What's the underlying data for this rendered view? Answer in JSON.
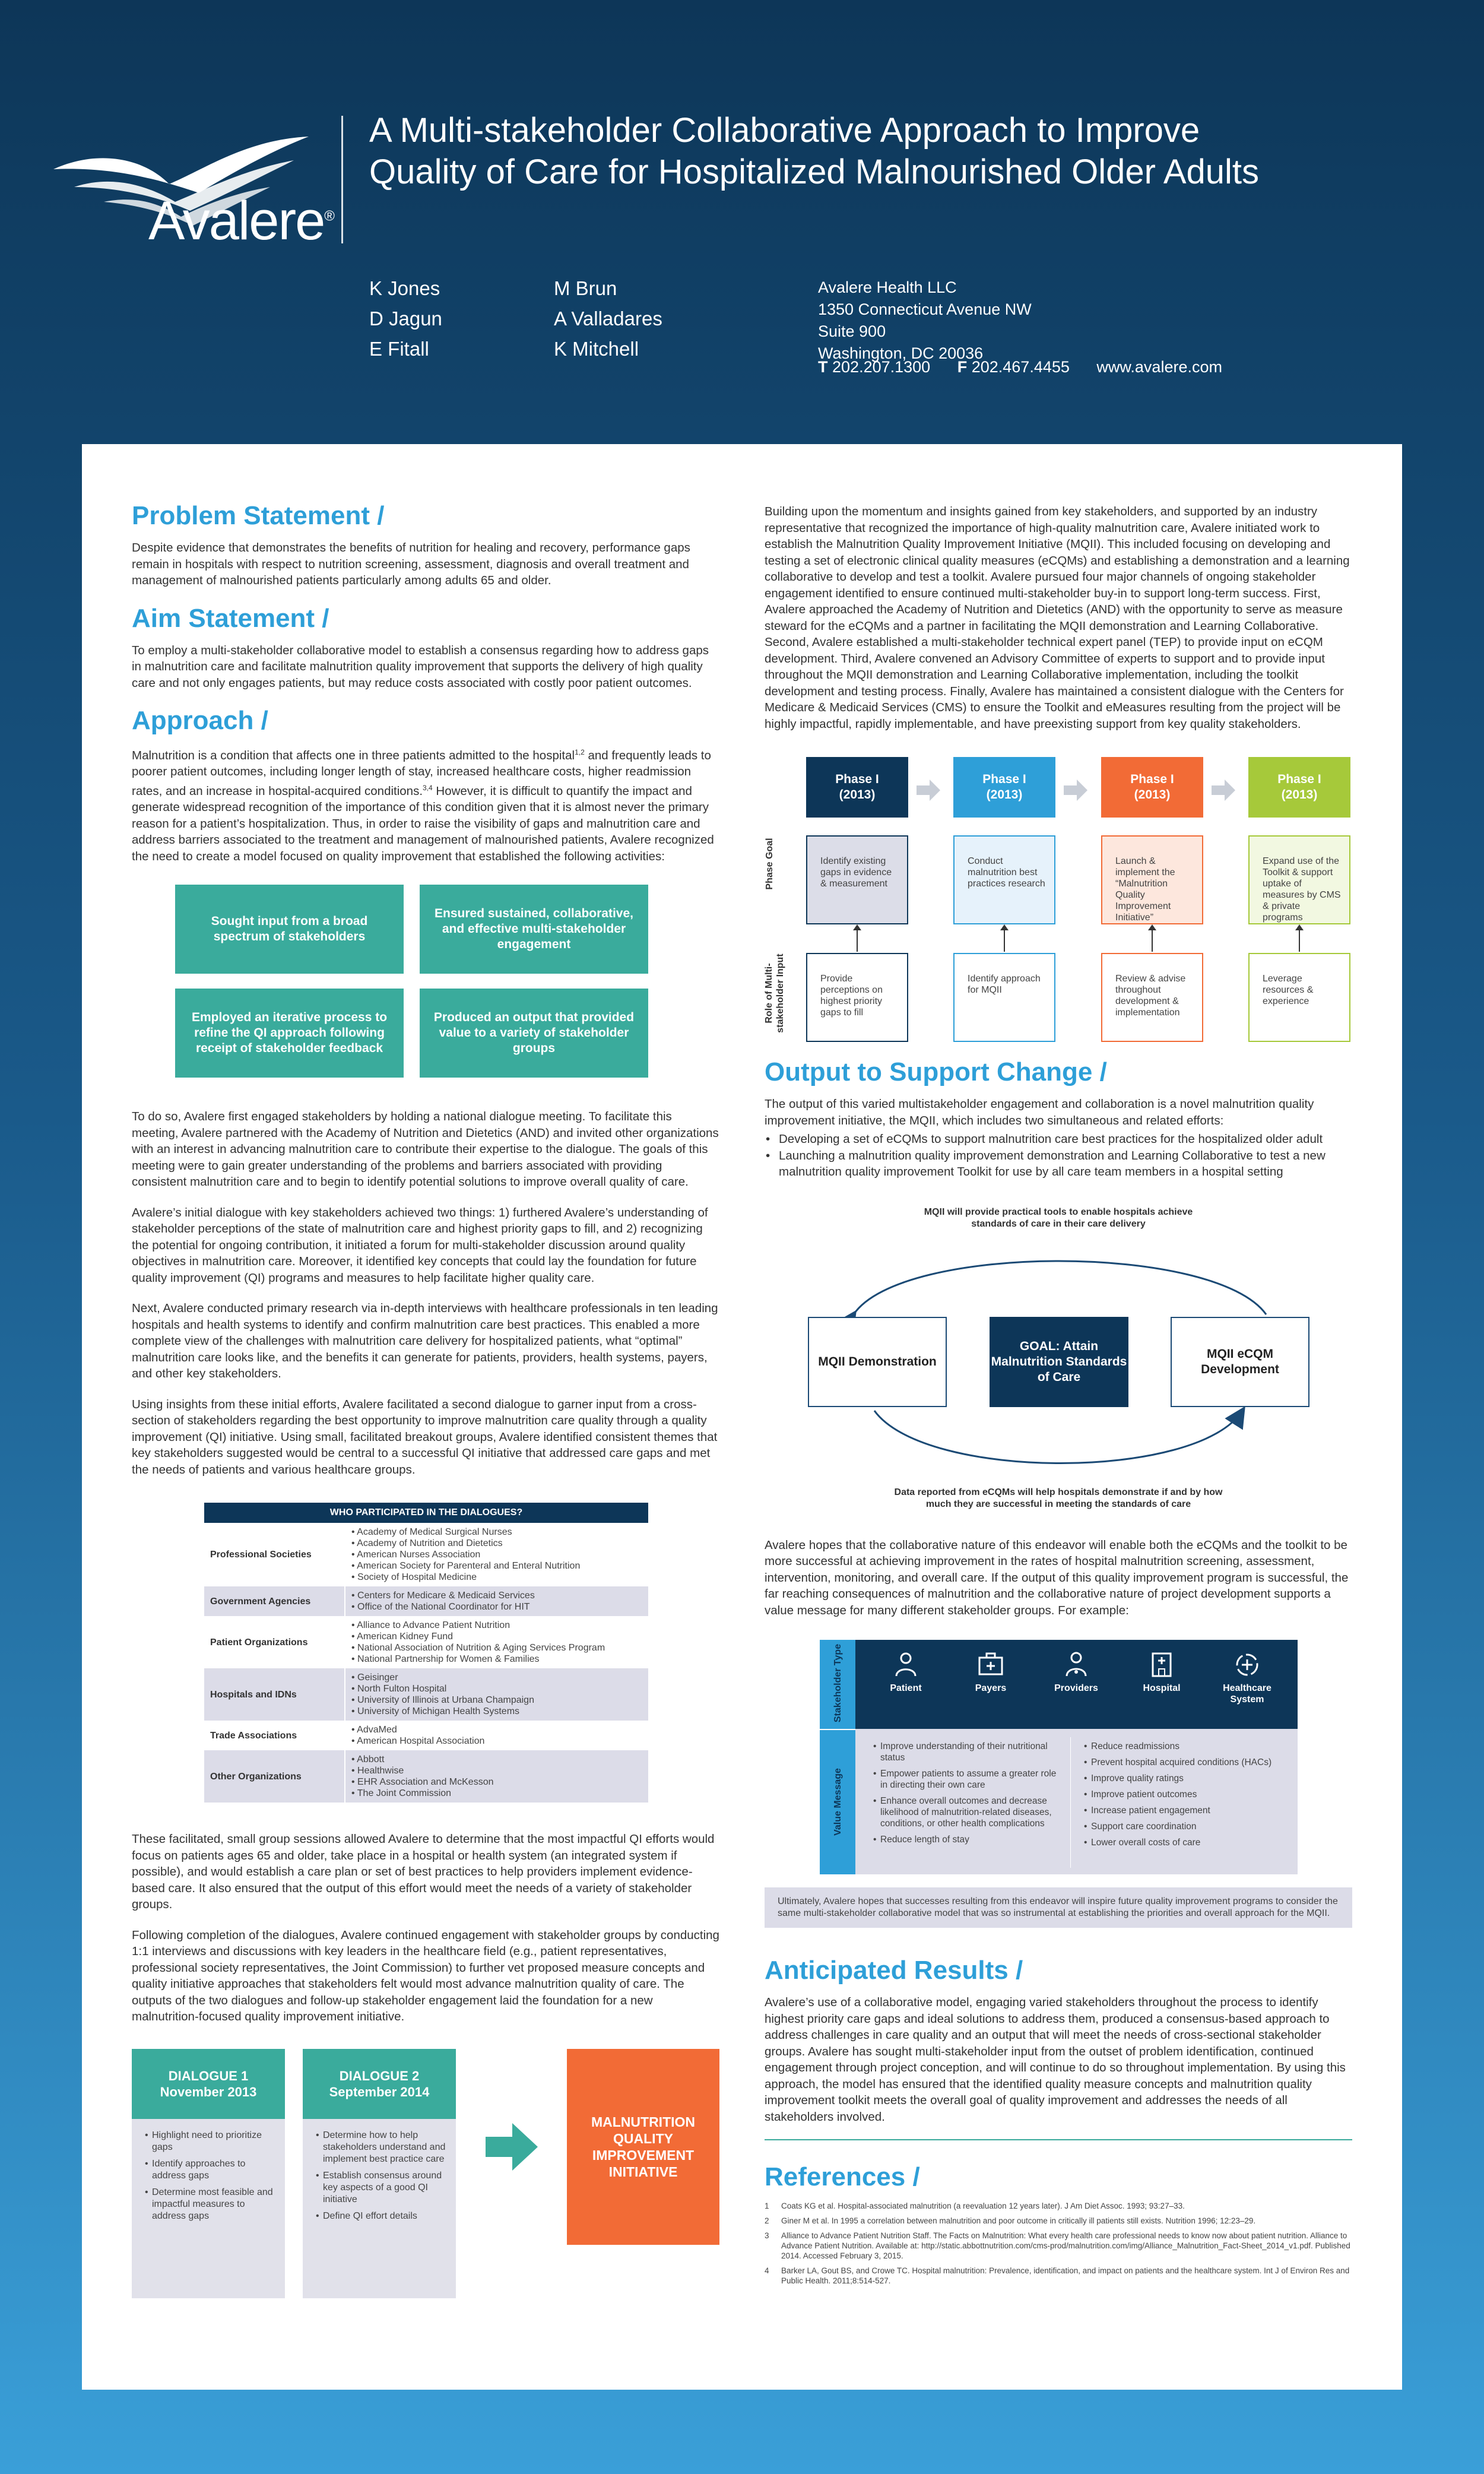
{
  "header": {
    "logo_text": "Avalere",
    "title_line1": "A Multi-stakeholder Collaborative Approach to Improve",
    "title_line2": "Quality of Care for Hospitalized Malnourished Older Adults",
    "authors_col1": [
      "K Jones",
      "D Jagun",
      "E Fitall"
    ],
    "authors_col2": [
      "M Brun",
      "A Valladares",
      "K Mitchell"
    ],
    "address": [
      "Avalere Health LLC",
      "1350 Connecticut Avenue NW",
      "Suite 900",
      "Washington, DC 20036"
    ],
    "phone_label": "T",
    "phone": "202.207.1300",
    "fax_label": "F",
    "fax": "202.467.4455",
    "website": "www.avalere.com"
  },
  "problem": {
    "heading": "Problem Statement /",
    "text": "Despite evidence that demonstrates the benefits of nutrition for healing and recovery, performance gaps remain in hospitals with respect to nutrition screening, assessment, diagnosis and overall treatment and management of malnourished patients particularly among adults 65 and older."
  },
  "aim": {
    "heading": "Aim Statement /",
    "text": "To employ a multi-stakeholder collaborative model to establish a consensus regarding how to address gaps in malnutrition care and facilitate malnutrition quality improvement that supports the delivery of high quality care and not only engages patients, but may reduce costs associated with costly poor patient outcomes."
  },
  "approach": {
    "heading": "Approach /",
    "p1a": "Malnutrition is a condition that affects one in three patients admitted to the hospital",
    "p1_sup1": "1,2",
    "p1b": " and frequently leads to poorer patient outcomes, including longer length of stay, increased healthcare costs, higher readmission rates, and an increase in hospital-acquired conditions.",
    "p1_sup2": "3,4",
    "p1c": " However, it is difficult to quantify the impact and generate widespread recognition of the importance of this condition given that it is almost never the primary reason for a patient’s hospitalization. Thus, in order to raise the visibility of gaps and malnutrition care and address barriers associated to the treatment and management of malnourished patients, Avalere recognized the need to create a model focused on quality improvement that established the following activities:",
    "activities": [
      "Sought input from a broad spectrum of stakeholders",
      "Ensured sustained, collaborative, and effective multi-stakeholder engagement",
      "Employed an iterative process to refine the QI approach following receipt of stakeholder feedback",
      "Produced an output that provided value to a variety of stakeholder groups"
    ],
    "p2": "To do so, Avalere first engaged stakeholders by holding a national dialogue meeting. To facilitate this meeting, Avalere partnered with the Academy of Nutrition and Dietetics (AND) and invited other organizations with an interest in advancing malnutrition care to contribute their expertise to the dialogue. The goals of this meeting were to gain greater understanding of the problems and barriers associated with providing consistent malnutrition care and to begin to identify potential solutions to improve overall quality of care.",
    "p3": "Avalere’s initial dialogue with key stakeholders achieved two things: 1) furthered Avalere’s understanding of stakeholder perceptions of the state of malnutrition care and highest priority gaps to fill, and 2) recognizing the potential for ongoing contribution, it initiated a forum for multi-stakeholder discussion around quality objectives in malnutrition care. Moreover, it identified key concepts that could lay the foundation for future quality improvement (QI) programs and measures to help facilitate higher quality care.",
    "p4": "Next, Avalere conducted primary research via in-depth interviews with healthcare professionals in ten leading hospitals and health systems to identify and confirm malnutrition care best practices. This enabled a more complete view of the challenges with malnutrition care delivery for hospitalized patients, what “optimal” malnutrition care looks like, and the benefits it can generate for patients, providers, health systems, payers, and other key stakeholders.",
    "p5": "Using insights from these initial efforts, Avalere facilitated a second dialogue to garner input from a cross-section of stakeholders regarding the best opportunity to improve malnutrition care quality through a quality improvement (QI) initiative. Using small, facilitated breakout groups, Avalere identified consistent themes that key stakeholders suggested would be central to a successful QI initiative that addressed care gaps and met the needs of patients and various healthcare groups.",
    "p6": "These facilitated, small group sessions allowed Avalere to determine that the most impactful QI efforts would focus on patients ages 65 and older, take place in a hospital or health system (an integrated system if possible), and would establish a care plan or set of best practices to help providers implement evidence-based care. It also ensured that the output of this effort would meet the needs of a variety of stakeholder groups.",
    "p7": "Following completion of the dialogues, Avalere continued engagement with stakeholder groups by conducting 1:1 interviews and discussions with key leaders in the healthcare field (e.g., patient representatives, professional society representatives, the Joint Commission) to further vet proposed measure concepts and quality initiative approaches that stakeholders felt would most advance malnutrition quality of care. The outputs of the two dialogues and follow-up stakeholder engagement laid the foundation for a new malnutrition-focused quality improvement initiative."
  },
  "participants": {
    "title": "WHO PARTICIPATED IN THE DIALOGUES?",
    "rows": [
      {
        "category": "Professional Societies",
        "items": [
          "Academy of Medical Surgical Nurses",
          "Academy of Nutrition and Dietetics",
          "American Nurses Association",
          "American Society for Parenteral and Enteral Nutrition",
          "Society of Hospital Medicine"
        ]
      },
      {
        "category": "Government Agencies",
        "items": [
          "Centers for Medicare & Medicaid Services",
          "Office of the National Coordinator for HIT"
        ]
      },
      {
        "category": "Patient Organizations",
        "items": [
          "Alliance to Advance Patient Nutrition",
          "American Kidney Fund",
          "National Association of Nutrition & Aging Services Program",
          "National Partnership for Women & Families"
        ]
      },
      {
        "category": "Hospitals and IDNs",
        "items": [
          "Geisinger",
          "North Fulton Hospital",
          "University of Illinois at Urbana Champaign",
          "University of Michigan Health Systems"
        ]
      },
      {
        "category": "Trade Associations",
        "items": [
          "AdvaMed",
          "American Hospital Association"
        ]
      },
      {
        "category": "Other Organizations",
        "items": [
          "Abbott",
          "Healthwise",
          "EHR Association and McKesson",
          "The Joint Commission"
        ]
      }
    ]
  },
  "dialogues": {
    "d1_title": "DIALOGUE 1",
    "d1_date": "November 2013",
    "d1_items": [
      "Highlight need to prioritize gaps",
      "Identify approaches to address gaps",
      "Determine most feasible and impactful measures to address gaps"
    ],
    "d2_title": "DIALOGUE 2",
    "d2_date": "September 2014",
    "d2_items": [
      "Determine how to help stakeholders understand and implement best practice care",
      "Establish consensus around key aspects of a good QI initiative",
      "Define QI effort details"
    ],
    "result": "MALNUTRITION QUALITY IMPROVEMENT INITIATIVE"
  },
  "right_intro": "Building upon the momentum and insights gained from key stakeholders, and supported by an industry representative that recognized the importance of high-quality malnutrition care, Avalere initiated work to establish the Malnutrition Quality Improvement Initiative (MQII). This included focusing on developing and testing a set of electronic clinical quality measures (eCQMs) and establishing a demonstration and a learning collaborative to develop and test a toolkit.  Avalere pursued four major channels of ongoing stakeholder engagement identified to ensure continued multi-stakeholder buy-in to support long-term success. First, Avalere approached the Academy of Nutrition and Dietetics (AND) with the opportunity to serve as measure steward for the eCQMs and a partner in facilitating the MQII demonstration and Learning Collaborative. Second, Avalere established a multi-stakeholder technical expert panel (TEP) to provide input on eCQM development. Third, Avalere convened an Advisory Committee of experts to support and to provide input throughout the MQII demonstration and Learning Collaborative implementation, including the toolkit development and testing process. Finally, Avalere has maintained a consistent dialogue with the Centers for Medicare & Medicaid Services (CMS) to ensure the Toolkit and eMeasures resulting from the project will be highly impactful, rapidly implementable, and have preexisting support from key quality stakeholders.",
  "phases": {
    "goal_label": "Phase Goal",
    "role_label_1": "Role of Multi-",
    "role_label_2": "stakeholder Input",
    "items": [
      {
        "title": "Phase I",
        "year": "(2013)",
        "goal": "Identify existing gaps in evidence & measurement",
        "role": "Provide perceptions on highest priority gaps to fill"
      },
      {
        "title": "Phase I",
        "year": "(2013)",
        "goal": "Conduct malnutrition best practices research",
        "role": "Identify approach for MQII"
      },
      {
        "title": "Phase I",
        "year": "(2013)",
        "goal": "Launch & implement the “Malnutrition Quality Improvement Initiative”",
        "role": "Review & advise throughout development & implementation"
      },
      {
        "title": "Phase I",
        "year": "(2013)",
        "goal": "Expand use of the Toolkit & support uptake of measures by CMS & private programs",
        "role": "Leverage resources & experience"
      }
    ],
    "colors": [
      "#0d3658",
      "#2e9fd8",
      "#f26b36",
      "#a6c93a"
    ],
    "goal_bg": [
      "#dcdde8",
      "#e6f2fb",
      "#fde7dd",
      "#f2f8e1"
    ]
  },
  "output": {
    "heading": "Output to Support Change /",
    "text": "The output of this varied multistakeholder engagement and collaboration is a novel malnutrition quality improvement initiative, the MQII, which includes two simultaneous and related efforts:",
    "bullets": [
      "Developing a set of eCQMs to support malnutrition care best practices for the hospitalized older adult",
      "Launching a malnutrition quality improvement demonstration and Learning Collaborative to test a new malnutrition quality improvement Toolkit for use by all care team members in a hospital setting"
    ]
  },
  "cycle": {
    "top_caption": "MQII will provide practical tools to enable hospitals achieve standards of care in their care delivery",
    "left": "MQII Demonstration",
    "goal": "GOAL: Attain Malnutrition Standards of Care",
    "right": "MQII eCQM Development",
    "bottom_caption": "Data reported from eCQMs will help hospitals demonstrate if and by how much they are successful in meeting the standards of care"
  },
  "hopes_text": "Avalere hopes that the collaborative nature of this endeavor will enable both the eCQMs and the toolkit to be more successful at achieving improvement in the rates of hospital malnutrition screening, assessment, intervention, monitoring, and overall care. If the output of this quality improvement program is successful, the far reaching consequences of malnutrition and the collaborative nature of project development supports a value message for many different stakeholder groups. For example:",
  "stakeholders": {
    "type_label": "Stakeholder Type",
    "value_label": "Value Message",
    "types": [
      "Patient",
      "Payers",
      "Providers",
      "Hospital",
      "Healthcare System"
    ],
    "left_values": [
      "Improve understanding of their nutritional status",
      "Empower patients to assume a greater role in directing their own care",
      "Enhance overall outcomes and decrease likelihood of malnutrition-related diseases, conditions, or other health complications",
      "Reduce length of stay"
    ],
    "right_values": [
      "Reduce readmissions",
      "Prevent hospital acquired conditions (HACs)",
      "Improve quality ratings",
      "Improve patient outcomes",
      "Increase patient engagement",
      "Support care coordination",
      "Lower overall costs of care"
    ]
  },
  "callout": "Ultimately, Avalere hopes that successes resulting from this endeavor will inspire future quality improvement programs to consider the same multi-stakeholder collaborative model that was so instrumental at establishing the priorities and overall approach for the MQII.",
  "results": {
    "heading": "Anticipated Results /",
    "text": "Avalere’s use of a collaborative model, engaging varied stakeholders throughout the process to identify highest priority care gaps and ideal solutions to address them, produced a consensus-based approach to address challenges in care quality and an output that will meet the needs of cross-sectional stakeholder groups. Avalere has sought multi-stakeholder input from the outset of problem identification, continued engagement through project conception, and will continue to do so throughout implementation. By using this approach, the model has ensured that the identified quality measure concepts and malnutrition quality improvement toolkit meets the overall goal of quality improvement and addresses the needs of all stakeholders involved."
  },
  "references": {
    "heading": "References /",
    "items": [
      {
        "n": "1",
        "text": "Coats KG et al. Hospital-associated malnutrition (a reevaluation 12 years later). J Am Diet Assoc. 1993; 93:27–33."
      },
      {
        "n": "2",
        "text": "Giner M et al. In 1995 a correlation between malnutrition and poor outcome in critically ill patients still exists. Nutrition 1996; 12:23–29."
      },
      {
        "n": "3",
        "text": "Alliance to Advance Patient Nutrition Staff. The Facts on Malnutrition: What every health care professional needs to know now about patient nutrition. Alliance to Advance Patient Nutrition. Available at: http://static.abbottnutrition.com/cms-prod/malnutrition.com/img/Alliance_Malnutrition_Fact-Sheet_2014_v1.pdf. Published 2014. Accessed February 3, 2015."
      },
      {
        "n": "4",
        "text": "Barker LA, Gout BS, and Crowe TC. Hospital malnutrition: Prevalence, identification, and impact on patients and the healthcare system. Int J of Environ Res and Public Health. 2011;8:514-527."
      }
    ]
  }
}
